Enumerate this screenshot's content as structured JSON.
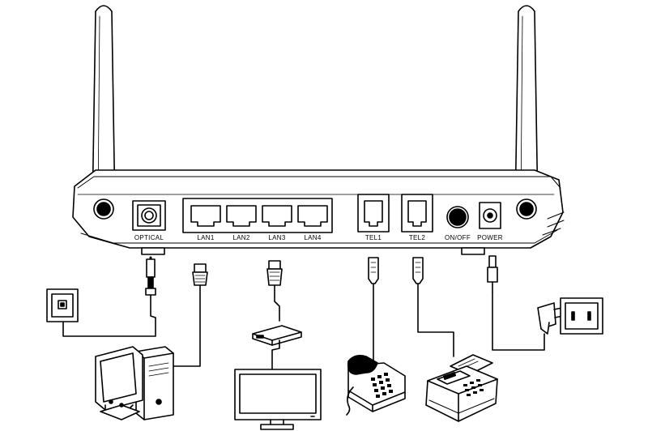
{
  "device": {
    "ports": {
      "optical": "OPTICAL",
      "lan1": "LAN1",
      "lan2": "LAN2",
      "lan3": "LAN3",
      "lan4": "LAN4",
      "tel1": "TEL1",
      "tel2": "TEL2",
      "on_off": "ON/OFF",
      "power": "POWER"
    }
  },
  "icons": [
    "antenna-icon",
    "optical-port-icon",
    "ethernet-port-icon",
    "phone-jack-icon",
    "power-switch-icon",
    "dc-jack-icon",
    "fiber-connector-icon",
    "rj45-plug-icon",
    "rj11-plug-icon",
    "power-adapter-icon",
    "wall-socket-icon",
    "fiber-wall-outlet-icon",
    "desktop-computer-icon",
    "set-top-box-icon",
    "television-icon",
    "telephone-icon",
    "fax-machine-icon"
  ]
}
